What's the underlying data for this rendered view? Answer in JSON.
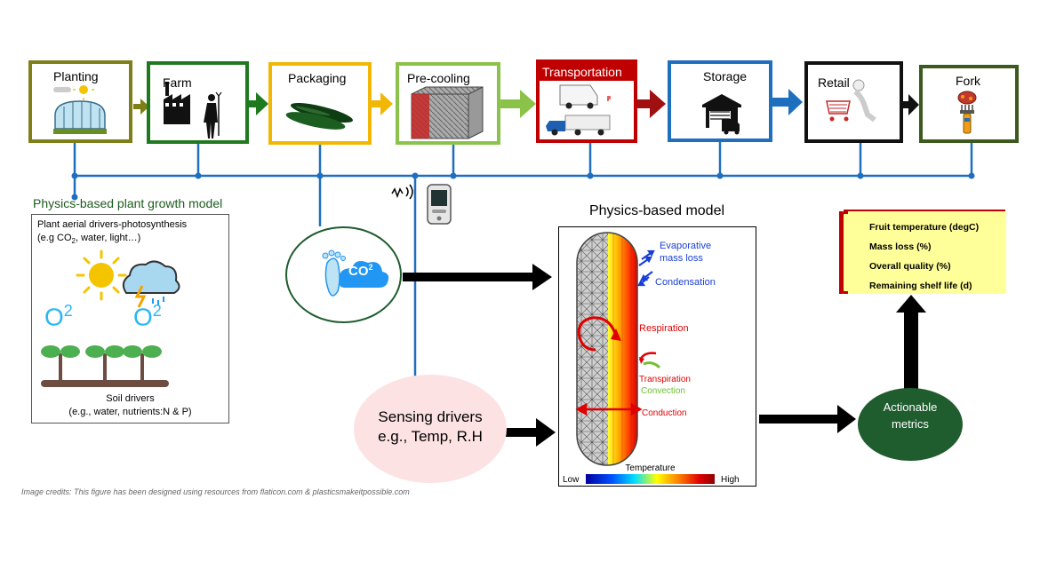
{
  "stages": [
    {
      "label": "Planting",
      "color": "#7f7f1a",
      "icon": "greenhouse-icon"
    },
    {
      "label": "Farm",
      "color": "#1f7a1f",
      "icon": "factory-farmer-icon"
    },
    {
      "label": "Packaging",
      "color": "#f2b705",
      "icon": "cucumber-icon"
    },
    {
      "label": "Pre-cooling",
      "color": "#8bc34a",
      "icon": "cold-storage-icon"
    },
    {
      "label": "Transportation",
      "color": "#c00000",
      "icon": "truck-icon"
    },
    {
      "label": "Storage",
      "color": "#1f6fbf",
      "icon": "warehouse-icon"
    },
    {
      "label": "Retail",
      "color": "#111111",
      "icon": "shopping-cart-icon"
    },
    {
      "label": "Fork",
      "color": "#3d5a1e",
      "icon": "fork-food-icon"
    }
  ],
  "plant_model": {
    "title": "Physics-based plant growth model",
    "line1": "Plant aerial drivers-photosynthesis",
    "line2_pre": "(e.g CO",
    "line2_sub": "2",
    "line2_post": ", water, light…)",
    "o2_text": "O",
    "o2_sup": "2",
    "soil_title": "Soil drivers",
    "soil_line": "(e.g., water, nutrients:N & P)"
  },
  "footprint": {
    "co2_text": "CO",
    "co2_sup": "2"
  },
  "sensing": {
    "line1": "Sensing drivers",
    "line2": "e.g., Temp, R.H"
  },
  "physics_model": {
    "title": "Physics-based model",
    "evaporative": "Evaporative",
    "mass_loss": "mass loss",
    "condensation": "Condensation",
    "respiration": "Respiration",
    "transpiration": "Transpiration",
    "convection": "Convection",
    "conduction": "Conduction",
    "colorbar_title": "Temperature",
    "colorbar_low": "Low",
    "colorbar_high": "High"
  },
  "actionable": {
    "line1": "Actionable",
    "line2": "metrics"
  },
  "metrics": [
    "Fruit temperature (degC)",
    "Mass loss (%)",
    "Overall quality (%)",
    "Remaining shelf life (d)"
  ],
  "credits": "Image credits: This figure has been designed using resources from flaticon.com & plasticsmakeitpossible.com",
  "colors": {
    "bus_line": "#1f6fbf",
    "plant_title": "#1e5c1e",
    "actionable_fill": "#1f5c2e",
    "metrics_bg": "#ffff99",
    "metrics_border": "#c00000",
    "sensing_fill": "#fde2e4",
    "footprint_border": "#1e5c2e"
  }
}
